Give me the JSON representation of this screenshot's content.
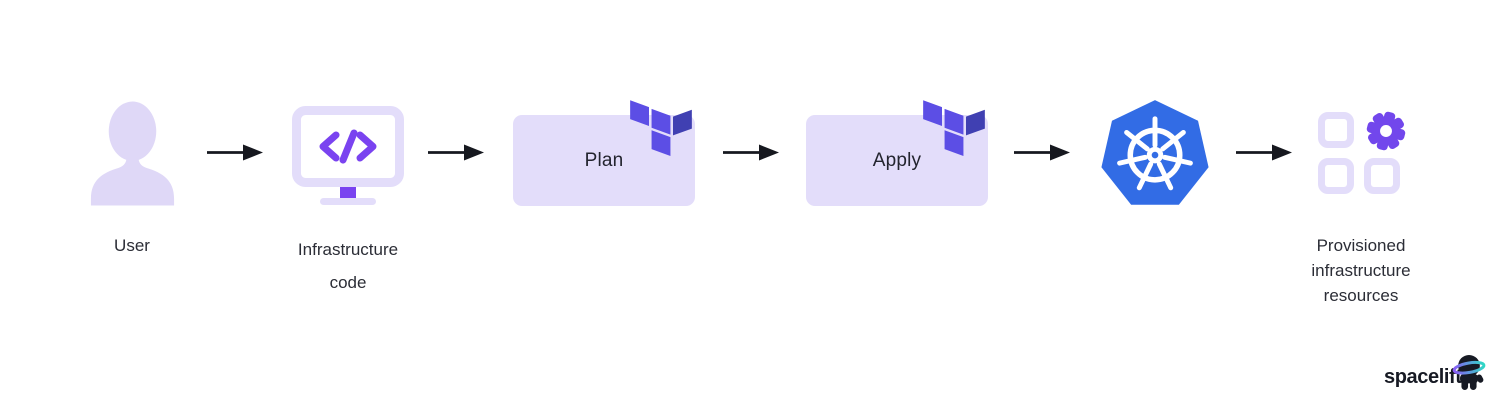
{
  "diagram": {
    "nodes": {
      "user": {
        "label": "User",
        "icon": "user-silhouette-icon"
      },
      "infrastructure_code": {
        "label": "Infrastructure code",
        "icon": "code-monitor-icon"
      },
      "plan": {
        "label": "Plan",
        "badge_icon": "terraform-logo"
      },
      "apply": {
        "label": "Apply",
        "badge_icon": "terraform-logo"
      },
      "kubernetes": {
        "icon": "kubernetes-logo"
      },
      "provisioned_resources": {
        "label": "Provisioned infrastructure resources",
        "icon": "resource-grid-gear-icon"
      }
    },
    "arrow_count": 5
  },
  "branding": {
    "wordmark": "spacelift",
    "icon": "spacelift-astronaut-icon"
  },
  "colors": {
    "background": "#FFFFFF",
    "lavender_fill": "#E3DDFA",
    "lavender_light": "#DFD8F7",
    "accent_purple": "#7A43F0",
    "gear_purple": "#7247EC",
    "terraform_purple": "#5C4EE5",
    "terraform_dark_purple": "#4040B2",
    "kubernetes_blue": "#326CE5",
    "label_text": "#2B2D36",
    "arrow_black": "#16181F",
    "wordmark_navy": "#171A24"
  }
}
